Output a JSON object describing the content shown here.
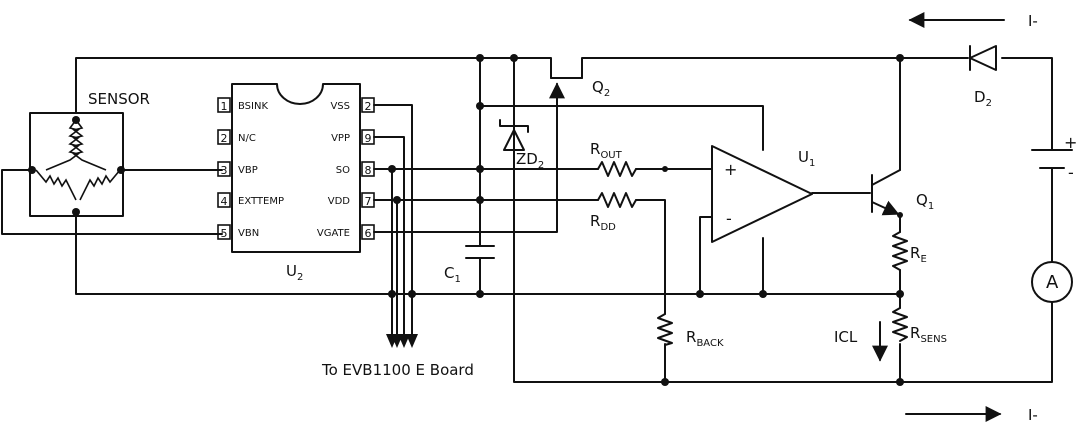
{
  "labels": {
    "sensor": "SENSOR",
    "ic": "U",
    "ic_sub": "2",
    "c1": "C",
    "c1_sub": "1",
    "q2": "Q",
    "q2_sub": "2",
    "zd2": "ZD",
    "zd2_sub": "2",
    "rout": "R",
    "rout_sub": "OUT",
    "rdd": "R",
    "rdd_sub": "DD",
    "u1": "U",
    "u1_sub": "1",
    "q1": "Q",
    "q1_sub": "1",
    "d2": "D",
    "d2_sub": "2",
    "re": "R",
    "re_sub": "E",
    "rsens": "R",
    "rsens_sub": "SENS",
    "rback": "R",
    "rback_sub": "BACK",
    "icl": "ICL",
    "ammeter": "A",
    "i_top": "I-",
    "i_bottom": "I-",
    "to_board": "To EVB1100 E Board",
    "batt_plus": "+",
    "batt_minus": "-",
    "opamp_plus": "+",
    "opamp_minus": "-"
  },
  "ic_pins_left": [
    {
      "num": "1",
      "name": "BSINK"
    },
    {
      "num": "2",
      "name": "N/C"
    },
    {
      "num": "3",
      "name": "VBP"
    },
    {
      "num": "4",
      "name": "EXTTEMP"
    },
    {
      "num": "5",
      "name": "VBN"
    }
  ],
  "ic_pins_right": [
    {
      "num": "2",
      "name": "VSS"
    },
    {
      "num": "9",
      "name": "VPP"
    },
    {
      "num": "8",
      "name": "SO"
    },
    {
      "num": "7",
      "name": "VDD"
    },
    {
      "num": "6",
      "name": "VGATE"
    }
  ]
}
